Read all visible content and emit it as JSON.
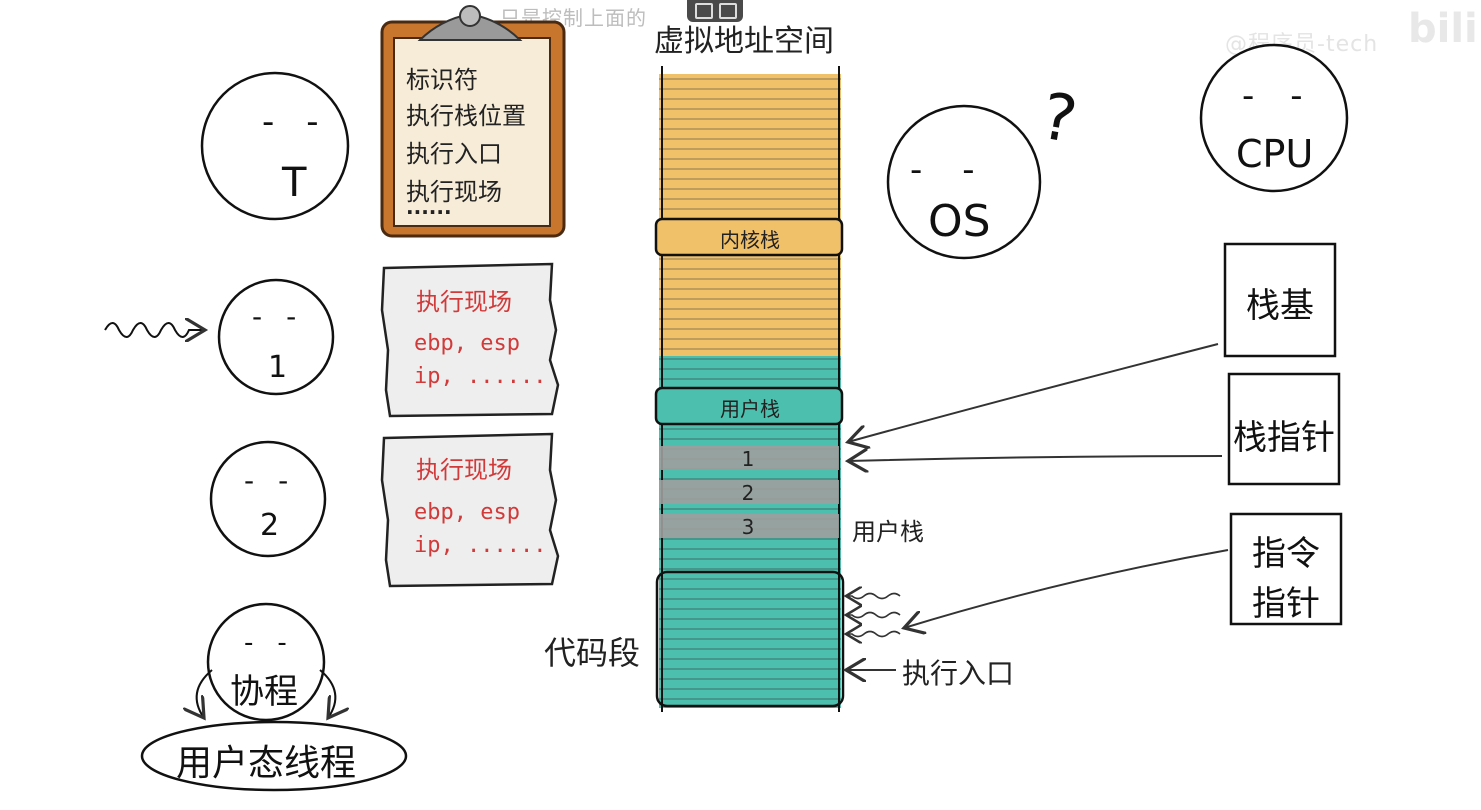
{
  "overlay": {
    "subtitle": "只是控制上面的",
    "watermark": "@程序员-tech",
    "watermark_logo": "bili"
  },
  "title": "虚拟地址空间",
  "thread_info_card": {
    "lines": [
      "标识符",
      "执行栈位置",
      "执行入口",
      "执行现场",
      "······"
    ]
  },
  "contexts": [
    {
      "title": "执行现场",
      "line1": "ebp, esp",
      "line2": "ip, ......"
    },
    {
      "title": "执行现场",
      "line1": "ebp, esp",
      "line2": "ip, ......"
    }
  ],
  "faces": {
    "thread_t": "T",
    "thread_1": "1",
    "thread_2": "2",
    "coroutine": "协程",
    "os": "OS",
    "cpu": "CPU",
    "os_question": "?"
  },
  "user_thread_label": "用户态线程",
  "memory": {
    "kernel_stack": "内核栈",
    "user_stack": "用户栈",
    "slots": [
      "1",
      "2",
      "3"
    ],
    "user_stack_side": "用户栈",
    "code_segment": "代码段",
    "exec_entry": "执行入口"
  },
  "registers": {
    "stack_base": "栈基",
    "stack_pointer": "栈指针",
    "instruction_pointer_1": "指令",
    "instruction_pointer_2": "指针"
  },
  "colors": {
    "kernel_region": "#f1c16a",
    "user_region": "#4cbfae",
    "slot_gray": "#9e9e9e",
    "context_red": "#d23a3a",
    "clipboard_wood": "#c8762e",
    "paper": "#f7ecd8"
  }
}
